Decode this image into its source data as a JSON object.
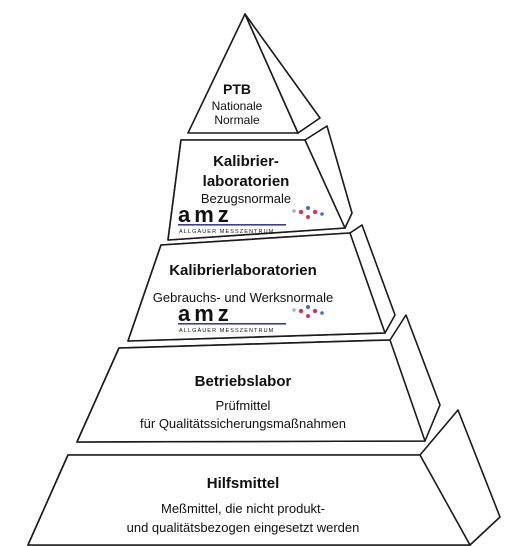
{
  "levels": [
    {
      "title": "PTB",
      "lines": [
        "Nationale",
        "Normale"
      ]
    },
    {
      "title_lines": [
        "Kalibrier-",
        "laboratorien"
      ],
      "lines": [
        "Bezugsnormale"
      ],
      "logo": "amz logo"
    },
    {
      "title": "Kalibrierlaboratorien",
      "lines": [
        "Gebrauchs- und Werksnormale"
      ],
      "logo": "amz logo"
    },
    {
      "title": "Betriebslabor",
      "lines": [
        "Prüfmittel",
        "für Qualitätssicherungsmaßnahmen"
      ]
    },
    {
      "title": "Hilfsmittel",
      "lines": [
        "Meßmittel, die nicht produkt-",
        "und qualitätsbezogen eingesetzt werden"
      ]
    }
  ],
  "logo": {
    "text": "amz",
    "subtitle": "ALLGÄUER MESSZENTRUM",
    "colors": {
      "letters": "#3a3f8f",
      "dots_red": "#d62f6a",
      "dots_blue": "#3a6fd0",
      "dots_grey": "#b0b0b0"
    }
  },
  "colors": {
    "line": "#1a1a1a",
    "side_fill": "#ffffff"
  }
}
